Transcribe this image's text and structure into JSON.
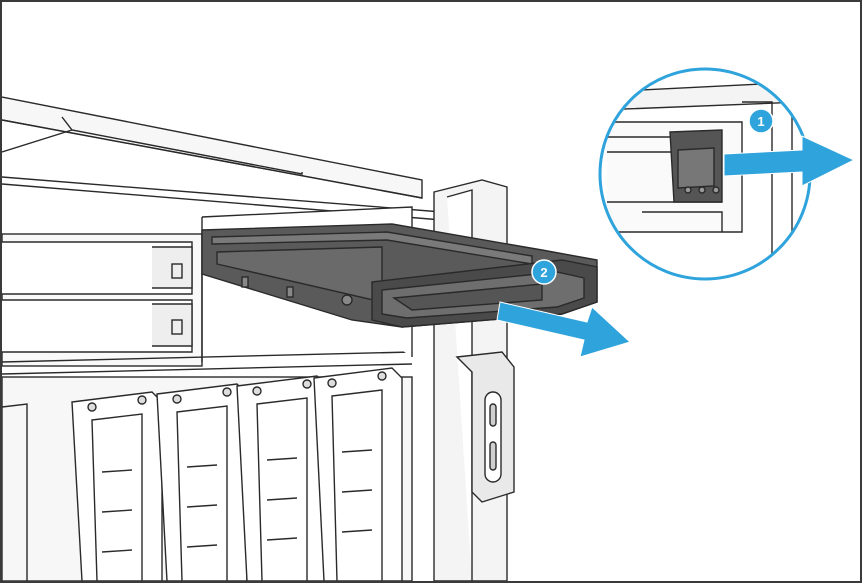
{
  "figure": {
    "border_color": "#3a3a3a",
    "accent_color": "#2fa3dc",
    "drive_tray_color": "#5a5a5a",
    "line_color": "#2a2a2a"
  },
  "steps": [
    {
      "id": 1,
      "label": "1",
      "action": "unlock-latch"
    },
    {
      "id": 2,
      "label": "2",
      "action": "pull-out-tray"
    }
  ]
}
